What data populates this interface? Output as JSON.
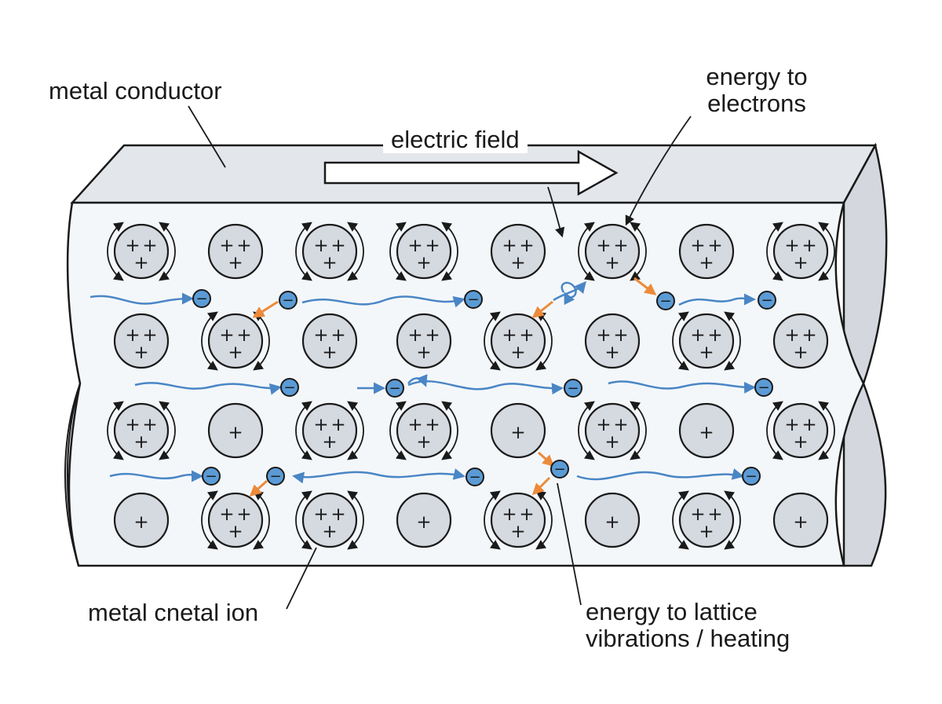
{
  "labels": {
    "metal_conductor": "metal conductor",
    "electric_field": "electric field",
    "energy_to_electrons_line1": "energy to",
    "energy_to_electrons_line2": "electrons",
    "metal_ion": "metal cnetal ion",
    "energy_to_lattice_line1": "energy to lattice",
    "energy_to_lattice_line2": "vibrations / heating"
  },
  "symbols": {
    "ion_charge": "+",
    "electron_charge": "−"
  },
  "colors": {
    "conductor_face": "#f4f7fa",
    "conductor_top": "#e3e6ea",
    "conductor_end": "#d4d8de",
    "ion_fill": "#d5d9e0",
    "electron_fill": "#5b9bd5",
    "electron_path": "#4a86c5",
    "energy_arrow": "#ec8a3a",
    "outline": "#1a1a1a"
  },
  "lattice": {
    "rows": 4,
    "columns": 8,
    "ions": [
      {
        "row": 0,
        "col": 0,
        "charges": 3,
        "vibrating": true
      },
      {
        "row": 0,
        "col": 1,
        "charges": 3,
        "vibrating": false
      },
      {
        "row": 0,
        "col": 2,
        "charges": 3,
        "vibrating": true
      },
      {
        "row": 0,
        "col": 3,
        "charges": 3,
        "vibrating": true
      },
      {
        "row": 0,
        "col": 4,
        "charges": 3,
        "vibrating": false
      },
      {
        "row": 0,
        "col": 5,
        "charges": 3,
        "vibrating": true
      },
      {
        "row": 0,
        "col": 6,
        "charges": 3,
        "vibrating": false
      },
      {
        "row": 0,
        "col": 7,
        "charges": 3,
        "vibrating": true
      },
      {
        "row": 1,
        "col": 0,
        "charges": 3,
        "vibrating": false
      },
      {
        "row": 1,
        "col": 1,
        "charges": 3,
        "vibrating": true
      },
      {
        "row": 1,
        "col": 2,
        "charges": 3,
        "vibrating": false
      },
      {
        "row": 1,
        "col": 3,
        "charges": 3,
        "vibrating": false
      },
      {
        "row": 1,
        "col": 4,
        "charges": 3,
        "vibrating": true
      },
      {
        "row": 1,
        "col": 5,
        "charges": 3,
        "vibrating": false
      },
      {
        "row": 1,
        "col": 6,
        "charges": 3,
        "vibrating": true
      },
      {
        "row": 1,
        "col": 7,
        "charges": 3,
        "vibrating": false
      },
      {
        "row": 2,
        "col": 0,
        "charges": 3,
        "vibrating": true
      },
      {
        "row": 2,
        "col": 1,
        "charges": 1,
        "vibrating": false
      },
      {
        "row": 2,
        "col": 2,
        "charges": 3,
        "vibrating": true
      },
      {
        "row": 2,
        "col": 3,
        "charges": 3,
        "vibrating": true
      },
      {
        "row": 2,
        "col": 4,
        "charges": 1,
        "vibrating": false
      },
      {
        "row": 2,
        "col": 5,
        "charges": 3,
        "vibrating": true
      },
      {
        "row": 2,
        "col": 6,
        "charges": 1,
        "vibrating": false
      },
      {
        "row": 2,
        "col": 7,
        "charges": 3,
        "vibrating": true
      },
      {
        "row": 3,
        "col": 0,
        "charges": 1,
        "vibrating": false
      },
      {
        "row": 3,
        "col": 1,
        "charges": 3,
        "vibrating": true
      },
      {
        "row": 3,
        "col": 2,
        "charges": 3,
        "vibrating": true
      },
      {
        "row": 3,
        "col": 3,
        "charges": 1,
        "vibrating": false
      },
      {
        "row": 3,
        "col": 4,
        "charges": 3,
        "vibrating": true
      },
      {
        "row": 3,
        "col": 5,
        "charges": 1,
        "vibrating": false
      },
      {
        "row": 3,
        "col": 6,
        "charges": 3,
        "vibrating": true
      },
      {
        "row": 3,
        "col": 7,
        "charges": 1,
        "vibrating": false
      }
    ]
  }
}
